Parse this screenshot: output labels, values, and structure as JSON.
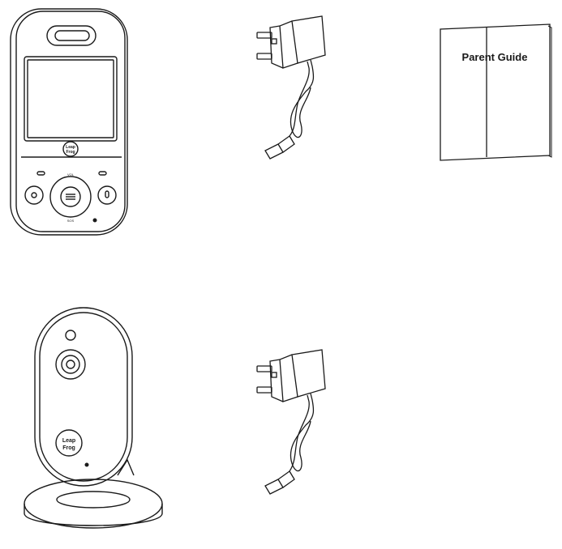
{
  "parent_guide": {
    "title": "Parent Guide"
  },
  "parent_unit": {
    "logo_line1": "Leap",
    "logo_line2": "Frog",
    "button_vol": "VOL",
    "button_sos": "SOS"
  },
  "camera": {
    "logo_line1": "Leap",
    "logo_line2": "Frog"
  },
  "colors": {
    "line": "#1a1a1a",
    "background": "#ffffff"
  }
}
